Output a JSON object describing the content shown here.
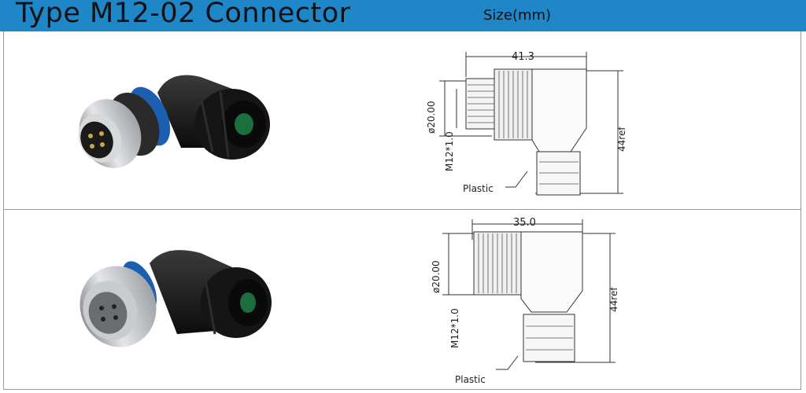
{
  "header": {
    "title": "Type M12-02 Connector",
    "size_label": "Size(mm)"
  },
  "products": [
    {
      "variant": "male",
      "drawing": {
        "width_dim": "41.3",
        "diameter_dim": "ø20.00",
        "thread_dim": "M12*1.0",
        "height_dim": "44ref",
        "material_label": "Plastic"
      }
    },
    {
      "variant": "female",
      "drawing": {
        "width_dim": "35.0",
        "diameter_dim": "ø20.00",
        "thread_dim": "M12*1.0",
        "height_dim": "44ref",
        "material_label": "Plastic"
      }
    }
  ],
  "colors": {
    "header_bg": "#1f86c8",
    "accent_ring": "#1c5fb0",
    "body": "#1b1b1b",
    "metal": "#b9bcbf"
  }
}
